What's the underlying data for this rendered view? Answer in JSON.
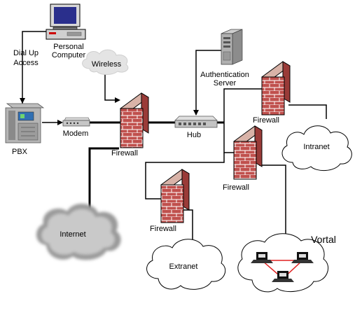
{
  "diagram": {
    "labels": {
      "personal_computer_1": "Personal",
      "personal_computer_2": "Computer",
      "dial_up_1": "Dial Up",
      "dial_up_2": "Access",
      "wireless": "Wireless",
      "pbx": "PBX",
      "modem": "Modem",
      "firewall_main": "Firewall",
      "hub": "Hub",
      "auth_server_1": "Authentication",
      "auth_server_2": "Server",
      "firewall_intranet": "Firewall",
      "intranet": "Intranet",
      "firewall_vortal": "Firewall",
      "firewall_extranet": "Firewall",
      "internet": "Internet",
      "extranet": "Extranet",
      "vortal": "Vortal"
    },
    "colors": {
      "brick": "#c0504d",
      "brick_top": "#d9b3a8",
      "line": "#000000",
      "vortal_link": "#e02020"
    }
  }
}
